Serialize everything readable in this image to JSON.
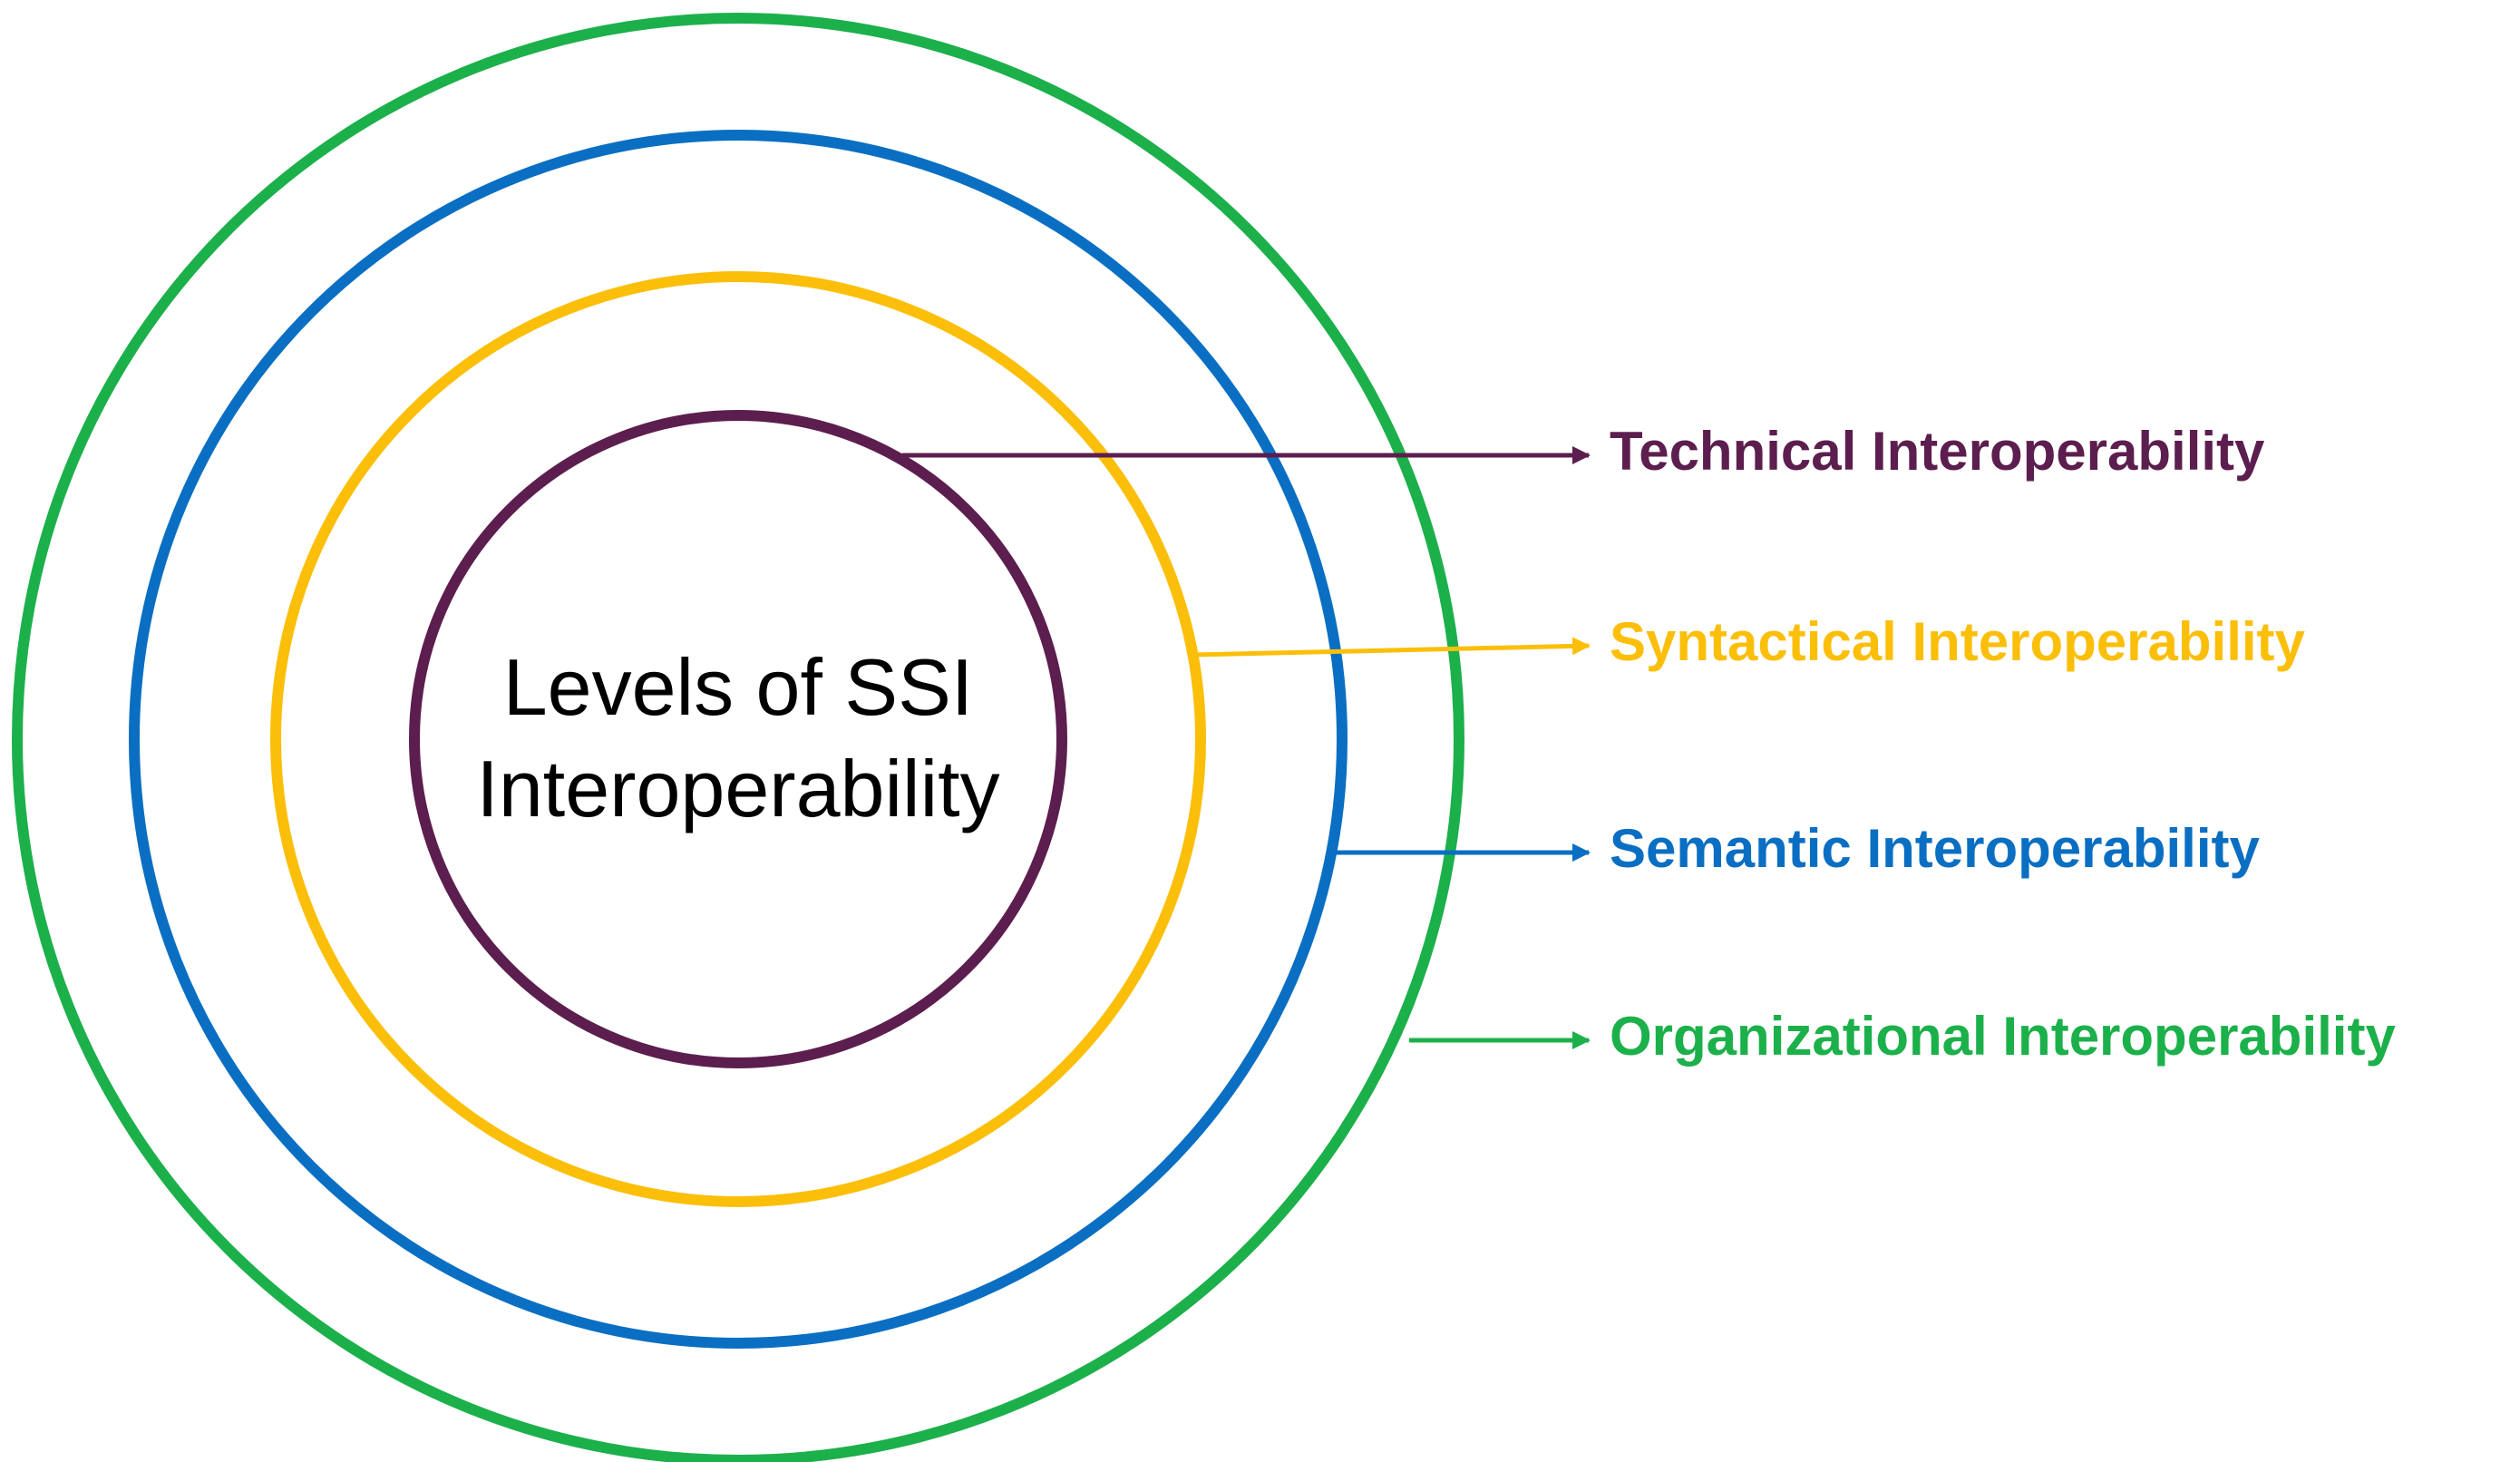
{
  "diagram": {
    "center_title": {
      "line1": "Levels of SSI",
      "line2": "Interoperability"
    },
    "levels": [
      {
        "label": "Technical Interoperability",
        "color": "#5c1e4e"
      },
      {
        "label": "Syntactical Interoperability",
        "color": "#fbbf0a"
      },
      {
        "label": "Semantic Interoperability",
        "color": "#0a6fc2"
      },
      {
        "label": "Organizational Interoperability",
        "color": "#1cb04b"
      }
    ]
  }
}
